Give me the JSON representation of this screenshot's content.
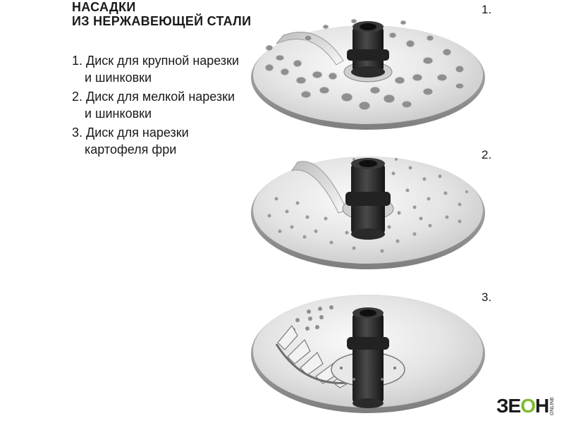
{
  "title": {
    "line1": "НАСАДКИ",
    "line2": "ИЗ НЕРЖАВЕЮЩЕЙ СТАЛИ"
  },
  "items": [
    {
      "line1": "1. Диск для крупной нарезки",
      "line2": "и шинковки"
    },
    {
      "line1": "2. Диск для мелкой нарезки",
      "line2": "и шинковки"
    },
    {
      "line1": "3. Диск для нарезки",
      "line2": "картофеля фри"
    }
  ],
  "disc_labels": [
    "1.",
    "2.",
    "3."
  ],
  "brand": {
    "logo_left": "ЗЕ",
    "logo_accent": "О",
    "logo_right": "Н",
    "sub": "ONLINE"
  },
  "colors": {
    "steel_light": "#f4f4f4",
    "steel_dark": "#9a9a9a",
    "hub": "#2b2b2b",
    "accent": "#7dbb2d"
  },
  "icons": {
    "disc1": "coarse-slicing-disc",
    "disc2": "fine-slicing-disc",
    "disc3": "french-fry-disc"
  }
}
